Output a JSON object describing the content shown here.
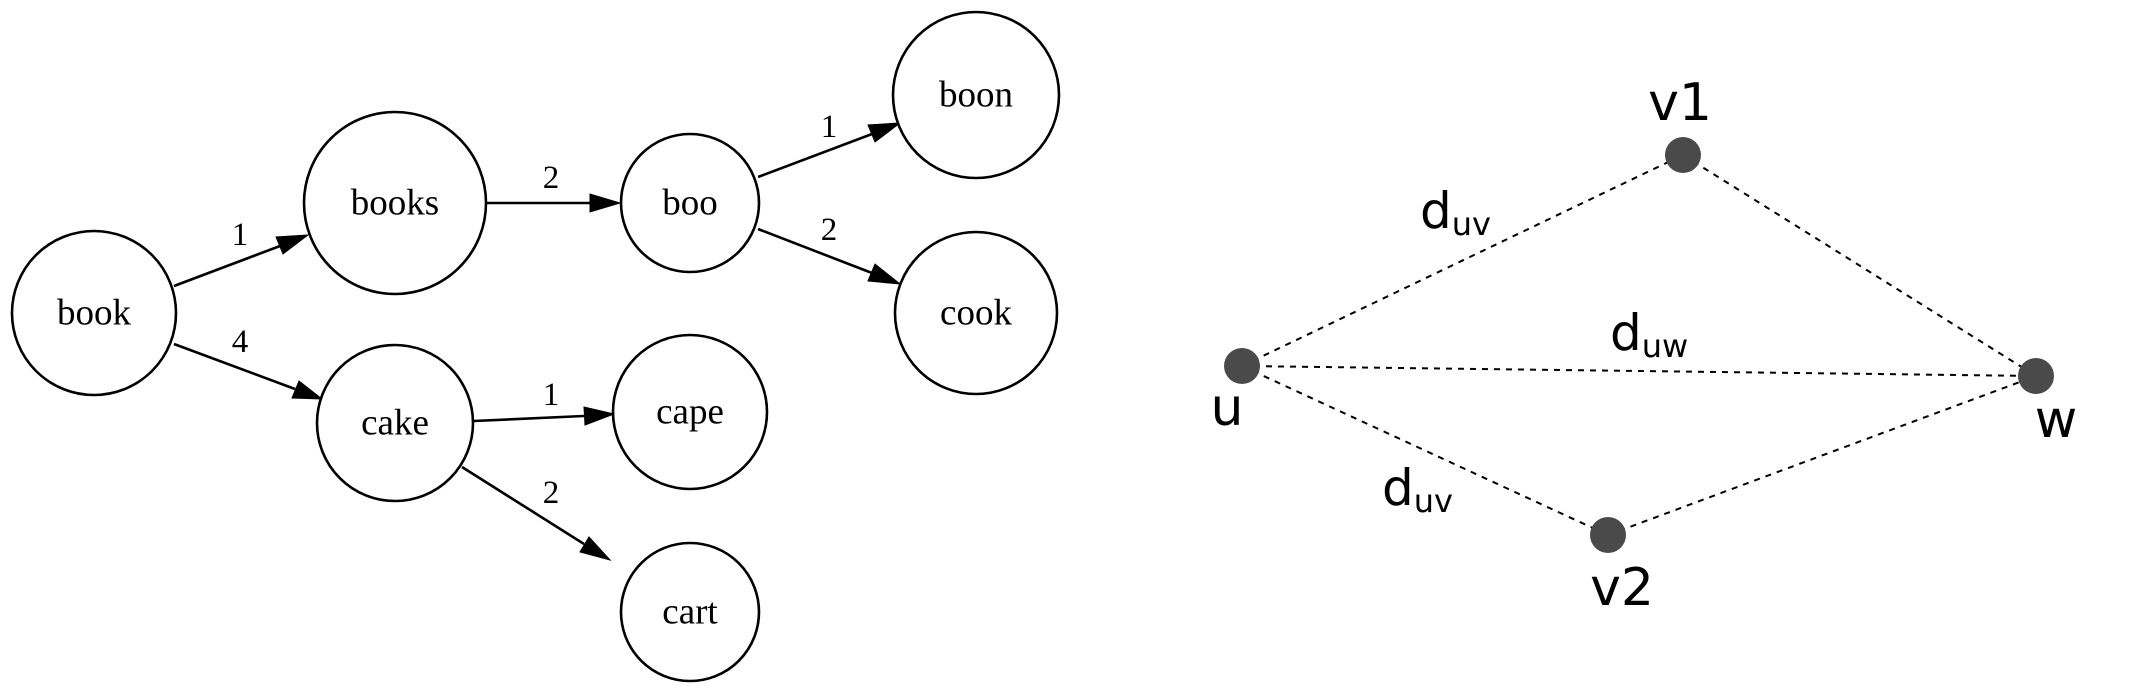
{
  "trie_graph": {
    "nodes": [
      {
        "id": "book",
        "label": "book"
      },
      {
        "id": "books",
        "label": "books"
      },
      {
        "id": "boo",
        "label": "boo"
      },
      {
        "id": "boon",
        "label": "boon"
      },
      {
        "id": "cook",
        "label": "cook"
      },
      {
        "id": "cake",
        "label": "cake"
      },
      {
        "id": "cape",
        "label": "cape"
      },
      {
        "id": "cart",
        "label": "cart"
      }
    ],
    "edges": [
      {
        "from": "book",
        "to": "books",
        "weight": "1"
      },
      {
        "from": "book",
        "to": "cake",
        "weight": "4"
      },
      {
        "from": "books",
        "to": "boo",
        "weight": "2"
      },
      {
        "from": "boo",
        "to": "boon",
        "weight": "1"
      },
      {
        "from": "boo",
        "to": "cook",
        "weight": "2"
      },
      {
        "from": "cake",
        "to": "cape",
        "weight": "1"
      },
      {
        "from": "cake",
        "to": "cart",
        "weight": "2"
      }
    ]
  },
  "triangle_diagram": {
    "points": [
      {
        "id": "u",
        "label": "u"
      },
      {
        "id": "v1",
        "label": "v1"
      },
      {
        "id": "v2",
        "label": "v2"
      },
      {
        "id": "w",
        "label": "w"
      }
    ],
    "distance_labels": [
      {
        "id": "duv-top",
        "main": "d",
        "sub": "uv"
      },
      {
        "id": "duw",
        "main": "d",
        "sub": "uw"
      },
      {
        "id": "duv-bottom",
        "main": "d",
        "sub": "uv"
      }
    ],
    "colors": {
      "point_fill": "#4a4a4a",
      "line": "#000000"
    }
  }
}
